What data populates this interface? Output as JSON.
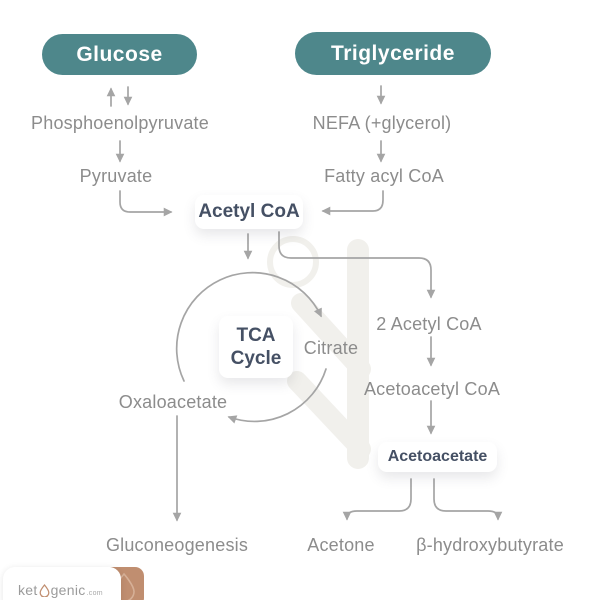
{
  "colors": {
    "teal": "#4e878b",
    "navy": "#455064",
    "gray_text": "#8c8c8c",
    "arrow": "#a5a5a5",
    "tan": "#c08e70",
    "watermark": "#f1f0ec"
  },
  "pills": {
    "glucose": "Glucose",
    "triglyceride": "Triglyceride"
  },
  "labels": {
    "phosphoenolpyruvate": "Phosphoenolpyruvate",
    "pyruvate": "Pyruvate",
    "nefa": "NEFA (+glycerol)",
    "fatty_acyl_coa": "Fatty acyl CoA",
    "acetyl_coa": "Acetyl CoA",
    "tca_line1": "TCA",
    "tca_line2": "Cycle",
    "citrate": "Citrate",
    "oxaloacetate": "Oxaloacetate",
    "two_acetyl_coa": "2 Acetyl CoA",
    "acetoacetyl_coa": "Acetoacetyl CoA",
    "acetoacetate": "Acetoacetate",
    "gluconeogenesis": "Gluconeogenesis",
    "acetone": "Acetone",
    "beta_hydroxybutyrate": "β-hydroxybutyrate"
  },
  "logo": {
    "part1": "ket",
    "part2": "genic",
    "tld": ".com"
  }
}
